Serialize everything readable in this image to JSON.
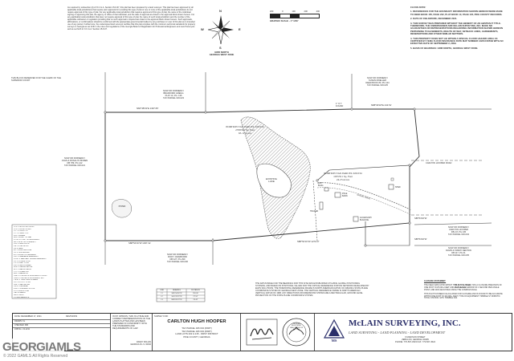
{
  "header": {
    "subdivision_note": "As required by subsection (d) of O.C.G.A. Section 15-6-67, this plat has been prepared by a land surveyor. This plat has been approved by all applicable local jurisdictions that require prior approval for recording this type of plat or one or more of the applicable local jurisdictions do not require approval of this type of plat. For any applicable local jurisdiction that requires approval of this type of plat, the name of the individual signing or approving this plat, the agency or office of that individual, and the date of approval are listed in the approval block shown hereon. For any applicable local jurisdiction that does not require approval of this type of plat, the name of such local jurisdiction and the number of the applicable ordinance or regulation providing that no such approval is required are listed in the approval block shown hereon. Such approvals, affirmations, or confirmations should be confirmed with the appropriate governmental bodies by any purchaser or user of this plat as to intended use of any parcel. Furthermore, the undersigned land surveyor certifies that this plat complies with the minimum technical standards for property surveys in Georgia as set forth in the rules and regulations of the Georgia Board of Registration for Professional Engineers and Land Surveyors and as set forth in O.C.G.A. Section 15-6-67.",
    "clerk_note": "THIS BLOCK RESERVED FOR THE CLERK OF THE SUPERIOR COURT",
    "north": {
      "n": "N",
      "s": "S",
      "e": "E",
      "w": "W",
      "label": "GRID NORTH\nGEORGIA WEST ZONE"
    },
    "scale": {
      "ticks": [
        "200",
        "0",
        "100",
        "200",
        "400"
      ],
      "label": "GRAPHIC SCALE  -  1\"=200'"
    }
  },
  "notes": {
    "flood": "FLOOD NOTE:",
    "items": [
      "1. REFERENCES FOR THE BOUNDARY INFORMATION SHOWN HEREON WERE MADE TO DEED BOOK 155, PAGE 222, PLAT BOOK 10, PAGE 135, PIKE COUNTY RECORDS.",
      "2. DATE OF FIELDWORK, DECEMBER 2021.",
      "3. THIS SURVEY WAS PREPARED WITHOUT THE BENEFIT OF AN ABSTRACT TITLE. THEREFORE, THE UNDERSIGNED AND McLAIN SURVEYING, INC. MAKE NO GUARANTEES OR REPRESENTATIONS REGARDING INFORMATION SHOWN HEREON PERTAINING TO EASEMENTS, RIGHTS OF WAY, SETBACK LINES, AGREEMENTS, RESERVATIONS AND OTHER SIMILAR MATTERS.",
      "4. THIS PROPERTY DOES NOT LIE WITHIN A SPECIAL FLOOD HAZARD AREA AS CERTIFIED BY FEMA FLOOD INSURANCE RATE MAP NUMBER 13231C0050B WITH AN EFFECTIVE DATE OF SEPTEMBER 2, 2009.",
      "5. BASIS OF BEARINGS: GRID NORTH, GEORGIA WEST ZONE."
    ]
  },
  "owners": {
    "north": "NOW OR FORMERLY\nBRADFORD GREGG\nPLAT 10, PG. 135\nTAX PARCEL 026-023",
    "northeast": "NOW OR FORMERLY\nSUSAN MOELLER\nDEED BOOK 89, PG 104\nTAX PARCEL 026-025",
    "west": "NOW OR FORMERLY\nJOHN & ROSALYN BOREN\nDB 789, PG 142\nTAX PARCEL 026-021",
    "south": "NOW OR FORMERLY\nRICKY CRAWFORD\nDB 427, PG 299\nTAX PARCEL 026-036",
    "east1": "NOW OR FORMERLY\nCARLTON HOOPER\nDB 2.8, PG 135\nTAX PARCEL 026-034",
    "east2": "NOW OR FORMERLY\nDAVID & TAMMY DENTON\nDB 117, PG 41\nTAX PARCEL 026-035"
  },
  "parcels": {
    "main": "PORTION TAX PARCEL 026 034\n2708335 Sq. Feet\n63.11 Acres",
    "lake": "EXISTING\nLAKE",
    "second": "PORTION TAX PARCEL 026 034\n1055551 Sq. Feet\n24.23 Acres",
    "third": "96117 Sq. Feet\n2.21 Acres",
    "pond": "POND"
  },
  "labels": {
    "bearing_top": "N60°38'19\"E  1307.65'",
    "bearing_top2": "N88°09'18\"E  443.51'",
    "bearing_bottom": "S88°54'16\"W  1037.32",
    "bearing_bottom2": "S88°54'16\"W  1274.67",
    "bearing_mid": "S88°54'46\"W",
    "bearing_mid2": "S88°54'46\"W",
    "pin_found": "1\" O.T.\nFOUND",
    "buildings": [
      "OUT\nBLDG",
      "POLE\nBARN",
      "TRAILER",
      "SHED",
      "ACCESSORY\nBUILDING"
    ],
    "road": "CARLTON HOOPER ROAD",
    "gravel": "GRAVEL DRIVE"
  },
  "legend_items": [
    "I.P.F. = IRON PIN FOUND",
    "I.P.S. = IRON PIN SET",
    "O.T. = OPEN TOP",
    "C.T. = CRIMP TOP",
    "R.B. = REBAR",
    "R/W = RIGHT OF WAY",
    "P.O.B. = POINT OF BEGINNING",
    "N/F = NOW OR FORMERLY",
    "D.B. = DEED BOOK",
    "P.B. = PLAT BOOK",
    "PG = PAGE",
    "B.L. = BUILDING LINE",
    "C/L = CENTERLINE",
    "E.P. = EDGE OF PAVEMENT",
    "D.E. = DRAINAGE EASEMENT",
    "S.S.E. = SANITARY SEWER EASEMENT",
    "P.P. = POWER POLE",
    "L.P. = LIGHT POLE",
    "F.H. = FIRE HYDRANT",
    "W.M. = WATER METER",
    "W.V. = WATER VALVE",
    "C.O. = CLEAN OUT",
    "M.H. = MANHOLE",
    "CMF = CONCRETE MONUMENT FOUND",
    "CMS = CONCRETE MONUMENT SET",
    "T.B.M. = TEMP. BENCH MARK",
    "U.P. = UTILITY POLE",
    "G.M. = GAS METER",
    "OH = OVERHEAD",
    "F.F.E. = FINISHED FLOOR",
    "X-X = FENCE LINE",
    "CATCH BASIN",
    "DROP INLET",
    "STORM MANHOLE"
  ],
  "line_table": {
    "headers": [
      "LINE",
      "BEARING",
      "DISTANCE"
    ],
    "rows": [
      [
        "L1",
        "S88°54'46\"W",
        "130.00'"
      ],
      [
        "L2",
        "S03°31'22\"W",
        "27.52'"
      ],
      [
        "L3",
        "N89°05'22\"W",
        "23.42'"
      ]
    ]
  },
  "datum": "THE DATUM BASE FOR THE BEARINGS FOR THIS SITE WAS ESTABLISHED UTILIZING GLOBAL POSITIONING SYSTEMS, AND BASED ON POSITIONAL VALUES FOR THE VIRTUAL REFERENCE STATION NETWORK DEVELOPED BY EGPS SOLUTIONS. THE HORIZONTAL REFERENCE FRAME IS NORTH AMERICAN DATUM OF 1983/2011 STATE PLANE COORDINATE SYSTEM OF GEORGIA WEST ZONE. THE VERTICAL REFERENCE FRAME IS NORTH AMERICAN VERTICAL DATUM OF 1988. ANY DIRECTIONS OR DIMENSIONS SHOWN ARE A RECTANGULAR, GROUND LEVEL PROJECTION OF THE STATE PLANE COORDINATE SYSTEM.",
  "closure": {
    "title": "CLOSURE STATEMENT:",
    "text": "THE FIELD DATA UPON WHICH THIS PLAT IS BASED HAS A CLOSURE PRECISION OF ONE FOOT IN 25,000+ FEET AND AN ANGULAR ERROR OF 1 SECOND PER ANGLE POINT, AND WAS ADJUSTED USING THE COMPASS RULE.",
    "text2": "THIS PLAT HAS BEEN CALCULATED FOR CLOSURE AND IS FOUND TO BE ACCURATE WITHIN ONE FOOT IN 100,000+ FEET. TYPE OF EQUIPMENT: TRIMBLE S7 ROBOTIC TOTAL STATION. GPS: TRIMBLE R10."
  },
  "title_block": {
    "date_label": "DATE:  DECEMBER 17, 2021",
    "revisions": "REVISIONS",
    "drawn": "DRAWN: KL",
    "checked": "CHECKED: MM",
    "job": "JOB No.: 21-1211",
    "certify": "IN MY OPINION, THIS IS A TRUE AND CORRECT REPRESENTATION OF THE LANDS PLATTED AND HAS BEEN PREPARED IN CONFORMITY WITH THE STANDARDS AND REQUIREMENTS OF LAW.",
    "surveyor": "RANDY MCLAIN\nGEORGIA R.L.S. #2910",
    "survey_for": "SURVEY FOR:",
    "client": "CARLTON HUGH HOOPER",
    "client_lines": "TAX PARCEL 026 034 (PART)\nTAX PARCEL 026 034 (PART)\nLAND LOTS 202 & 215 - FIRST DISTRICT\nPIKE COUNTY, GEORGIA",
    "seal": "GEORGIA\nREGISTERED\nLAND SURVEYOR\nNo. 2910",
    "firm": "McLAIN SURVEYING, INC.",
    "firm_sub": "LAND SURVEYING - LAND PLANNING - LAND DEVELOPMENT",
    "firm_addr": "6 MADISON STREET\nZEBULON, GEORGIA 30295\nPHONE: 770-567-4523  FAX: 770-567-4524",
    "firm_logo": "MS"
  },
  "watermark": {
    "text": "GEORGIAMLS",
    "sub": "© 2022 GAMLS All Rights Reserved"
  },
  "colors": {
    "line": "#444444",
    "hatch": "#777777",
    "firm": "#2b2f6a"
  }
}
